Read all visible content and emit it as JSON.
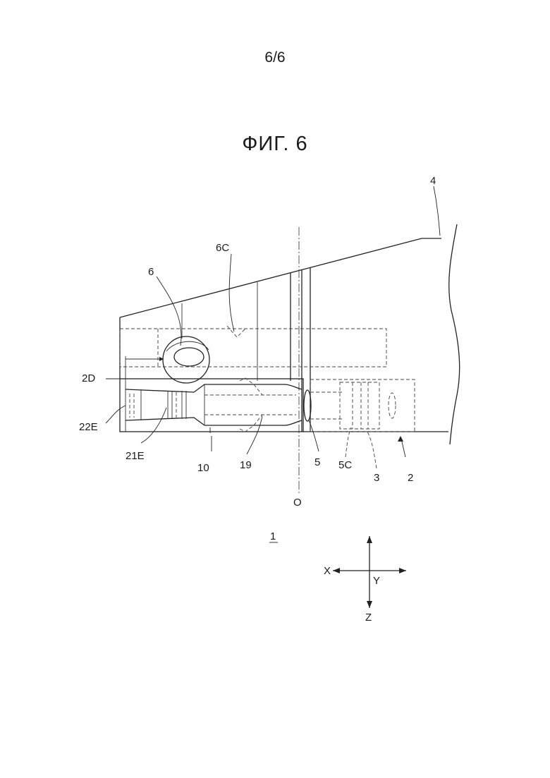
{
  "page": {
    "number": "6/6"
  },
  "figure": {
    "title": "ФИГ. 6"
  },
  "labels": {
    "l4": "4",
    "l6c": "6C",
    "l6": "6",
    "l2d": "2D",
    "l22e": "22E",
    "l21e": "21E",
    "l10": "10",
    "l19": "19",
    "l5": "5",
    "l5c": "5C",
    "l3": "3",
    "l2": "2",
    "lo": "O",
    "l1": "1"
  },
  "axes": {
    "x": "X",
    "y": "Y",
    "z": "Z"
  }
}
